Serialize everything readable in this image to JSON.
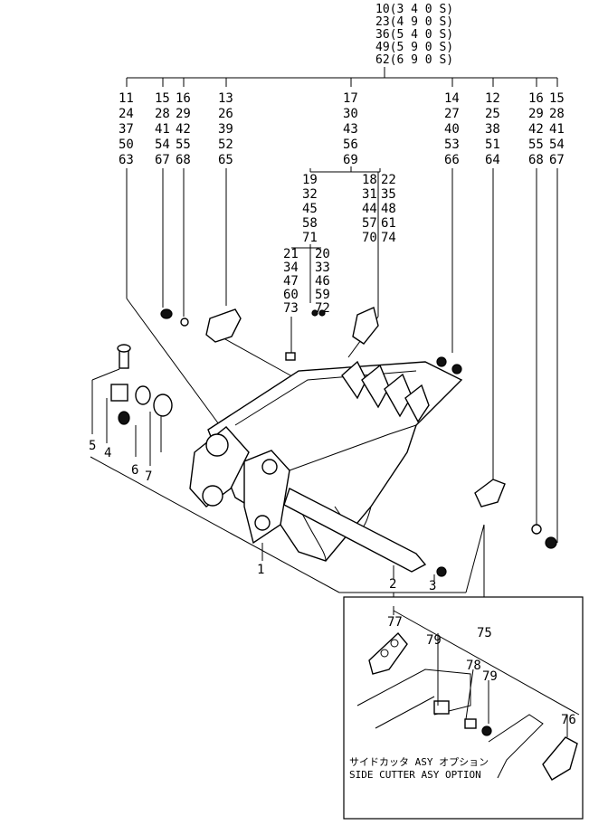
{
  "header_codes": [
    "10(3 4 0 S)",
    "23(4 9 0 S)",
    "36(5 4 0 S)",
    "49(5 9 0 S)",
    "62(6 9 0 S)"
  ],
  "columns": [
    {
      "id": "c1",
      "labels": [
        "11",
        "24",
        "37",
        "50",
        "63"
      ]
    },
    {
      "id": "c2",
      "labels": [
        "15",
        "28",
        "41",
        "54",
        "67"
      ]
    },
    {
      "id": "c3",
      "labels": [
        "16",
        "29",
        "42",
        "55",
        "68"
      ]
    },
    {
      "id": "c4",
      "labels": [
        "13",
        "26",
        "39",
        "52",
        "65"
      ]
    },
    {
      "id": "c5",
      "labels": [
        "17",
        "30",
        "43",
        "56",
        "69"
      ]
    },
    {
      "id": "c6",
      "labels": [
        "14",
        "27",
        "40",
        "53",
        "66"
      ]
    },
    {
      "id": "c7",
      "labels": [
        "12",
        "25",
        "38",
        "51",
        "64"
      ]
    },
    {
      "id": "c8",
      "labels": [
        "16",
        "29",
        "42",
        "55",
        "68"
      ]
    },
    {
      "id": "c9",
      "labels": [
        "15",
        "28",
        "41",
        "54",
        "67"
      ]
    },
    {
      "id": "s1",
      "labels": [
        "19",
        "32",
        "45",
        "58",
        "71"
      ]
    },
    {
      "id": "s2",
      "labels": [
        "18",
        "31",
        "44",
        "57",
        "70"
      ]
    },
    {
      "id": "s3",
      "labels": [
        "22",
        "35",
        "48",
        "61",
        "74"
      ]
    },
    {
      "id": "t1",
      "labels": [
        "21",
        "34",
        "47",
        "60",
        "73"
      ]
    },
    {
      "id": "t2",
      "labels": [
        "20",
        "33",
        "46",
        "59",
        "72"
      ]
    }
  ],
  "callouts": {
    "n1": "1",
    "n2": "2",
    "n3": "3",
    "n4": "4",
    "n5": "5",
    "n6": "6",
    "n7": "7",
    "n75": "75",
    "n76": "76",
    "n77": "77",
    "n78": "78",
    "n79a": "79",
    "n79b": "79"
  },
  "inset_caption": {
    "jp": "サイドカッタ ASY オプション",
    "en": "SIDE CUTTER ASY OPTION"
  }
}
